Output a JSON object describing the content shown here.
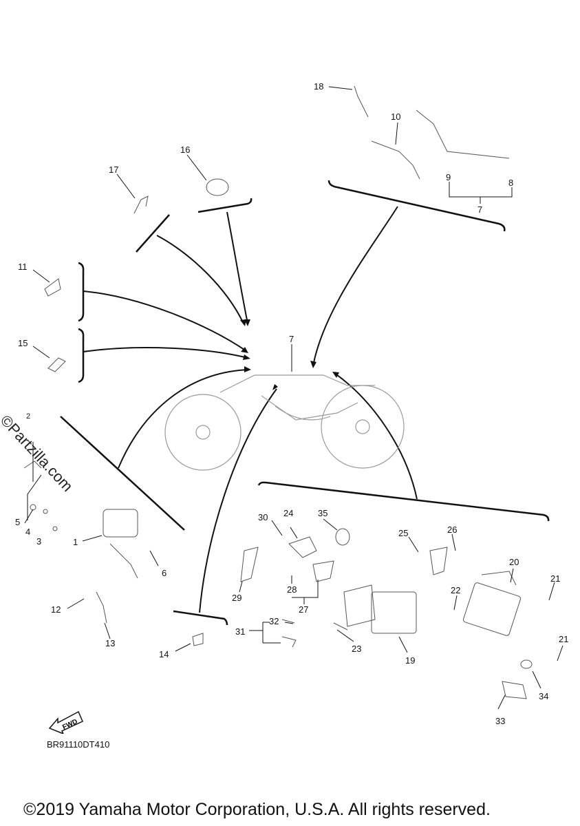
{
  "diagram": {
    "callouts": [
      "18",
      "10",
      "16",
      "17",
      "9",
      "8",
      "7",
      "11",
      "15",
      "7",
      "2",
      "5",
      "4",
      "3",
      "1",
      "6",
      "12",
      "13",
      "14",
      "30",
      "24",
      "35",
      "25",
      "26",
      "29",
      "28",
      "27",
      "20",
      "21",
      "22",
      "31",
      "32",
      "23",
      "19",
      "21",
      "34",
      "33"
    ],
    "diagram_code": "BR91110DT410",
    "fwd_label": "FWD",
    "watermark": "©Partzilla.com",
    "copyright": "©2019 Yamaha Motor Corporation, U.S.A. All rights reserved."
  },
  "colors": {
    "line": "#111111",
    "part": "#555555"
  }
}
